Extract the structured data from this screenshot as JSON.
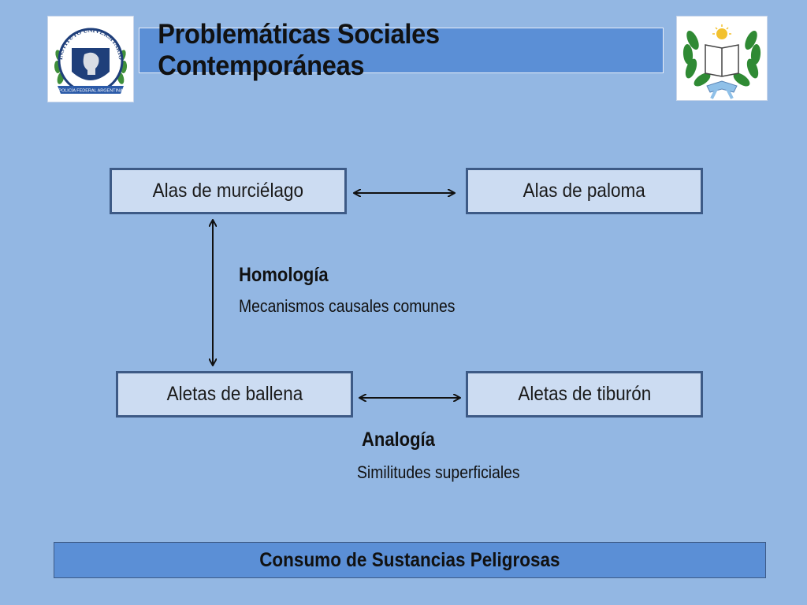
{
  "header": {
    "title": "Problemáticas Sociales Contemporáneas",
    "left_logo": {
      "icon": "university-seal-icon",
      "ring_text": "INSTITUTO UNIVERSITARIO",
      "ribbon_text": "POLICÍA FEDERAL ARGENTINA"
    },
    "right_logo": {
      "icon": "laurel-book-emblem-icon"
    }
  },
  "diagram": {
    "nodes": {
      "top_left": "Alas de murciélago",
      "top_right": "Alas de paloma",
      "bottom_left": "Aletas de ballena",
      "bottom_right": "Aletas de tiburón"
    },
    "homology": {
      "title": "Homología",
      "subtitle": "Mecanismos causales comunes"
    },
    "analogy": {
      "title": "Analogía",
      "subtitle": "Similitudes superficiales"
    }
  },
  "footer": {
    "text": "Consumo de Sustancias Peligrosas"
  },
  "colors": {
    "background": "#93b7e3",
    "bar": "#5b8fd6",
    "node_fill": "#ccdcf2",
    "node_border": "#3d5a86"
  }
}
